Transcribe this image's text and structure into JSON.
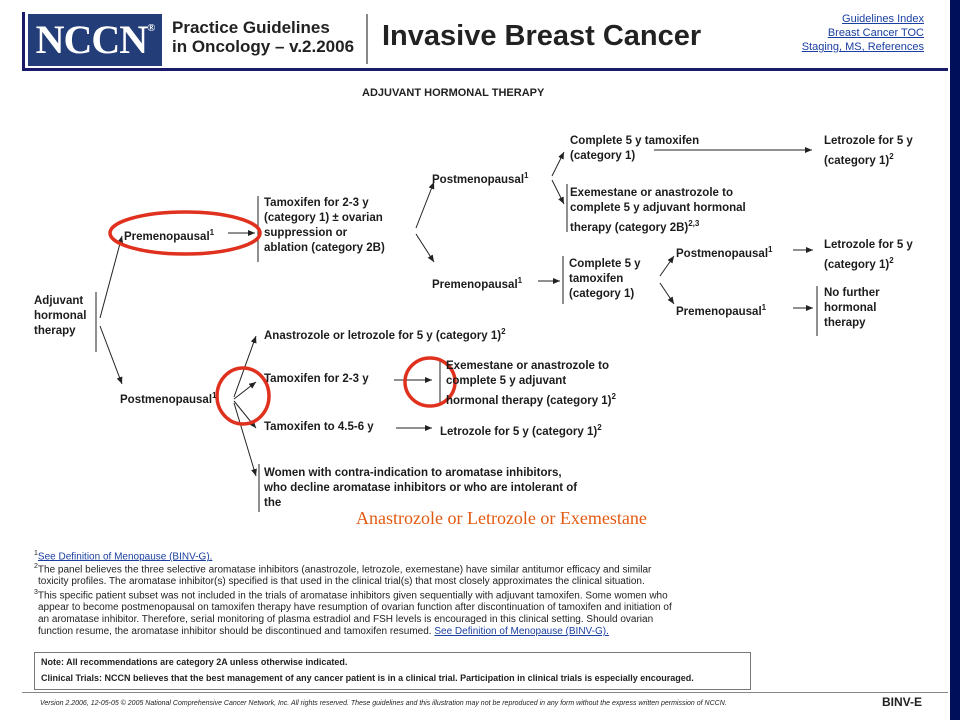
{
  "header": {
    "logo": "NCCN",
    "logo_mark": "®",
    "pg_line1": "Practice Guidelines",
    "pg_line2": "in Oncology – v.2.2006",
    "title": "Invasive Breast Cancer",
    "links": [
      "Guidelines Index",
      "Breast Cancer TOC",
      "Staging, MS, References"
    ]
  },
  "section_title": "ADJUVANT HORMONAL THERAPY",
  "diagram": {
    "root": [
      "Adjuvant",
      "hormonal",
      "therapy"
    ],
    "premenopausal": "Premenopausal",
    "tamoxifen_ovarian": [
      "Tamoxifen for 2-3 y",
      "(category 1) ± ovarian",
      "suppression or",
      "ablation (category 2B)"
    ],
    "post_a": "Postmenopausal",
    "complete_5y": [
      "Complete 5 y tamoxifen",
      "(category 1)"
    ],
    "letrozole_a": [
      "Letrozole for 5 y",
      "(category 1)"
    ],
    "exemestane_a": [
      "Exemestane or anastrozole to",
      "complete 5 y adjuvant hormonal",
      "therapy (category 2B)"
    ],
    "pre_b": "Premenopausal",
    "complete_5y_b": [
      "Complete 5 y",
      "tamoxifen",
      "(category 1)"
    ],
    "post_c": "Postmenopausal",
    "letrozole_c": [
      "Letrozole for 5 y",
      "(category 1)"
    ],
    "pre_d": "Premenopausal",
    "no_further": [
      "No further",
      "hormonal",
      "therapy"
    ],
    "postmenopausal_main": "Postmenopausal",
    "anastrozole_letrozole": "Anastrozole or letrozole for 5 y (category 1)",
    "tamoxifen_23": "Tamoxifen for 2-3 y",
    "exemestane_b": [
      "Exemestane or anastrozole to",
      "complete 5 y adjuvant",
      "hormonal therapy (category 1)"
    ],
    "tamoxifen_456": "Tamoxifen to 4.5-6 y",
    "letrozole_5y": "Letrozole for 5 y (category 1)",
    "women_contra": [
      "Women with contra-indication to aromatase inhibitors,",
      "who decline aromatase inhibitors or who are intolerant of",
      "the"
    ]
  },
  "overlay_text": "Anastrozole or Letrozole or Exemestane",
  "footnotes": {
    "fn1_link": "See Definition of Menopause (BINV-G).",
    "fn2": [
      "The panel believes the three selective aromatase inhibitors (anastrozole, letrozole, exemestane) have similar antitumor efficacy and similar",
      "toxicity profiles. The aromatase inhibitor(s) specified is that used in the clinical trial(s) that most closely approximates the clinical situation."
    ],
    "fn3": [
      "This specific patient subset was not included in the trials of aromatase inhibitors given sequentially with adjuvant tamoxifen. Some women who",
      "appear to become postmenopausal on tamoxifen therapy have resumption of ovarian function after discontinuation of tamoxifen and initiation of",
      "an aromatase inhibitor. Therefore, serial monitoring of plasma estradiol and FSH levels is encouraged in this clinical setting. Should ovarian",
      "function resume, the aromatase inhibitor should be discontinued and tamoxifen resumed."
    ],
    "fn3_link": "See Definition of Menopause (BINV-G)."
  },
  "note": {
    "line1": "Note:  All recommendations are category 2A unless otherwise indicated.",
    "line2": "Clinical Trials: NCCN believes that the best management of any cancer patient is in a clinical trial.  Participation in clinical trials is especially encouraged."
  },
  "version": "Version 2.2006, 12-05-05 © 2005 National Comprehensive Cancer Network, Inc. All rights reserved. These guidelines and this illustration may not be reproduced in any form without the express written permission of NCCN.",
  "page_code": "BINV-E",
  "colors": {
    "accent": "#233d78",
    "link": "#1a3fa0",
    "highlight": "#e0301e",
    "overlay": "#e25a12"
  }
}
